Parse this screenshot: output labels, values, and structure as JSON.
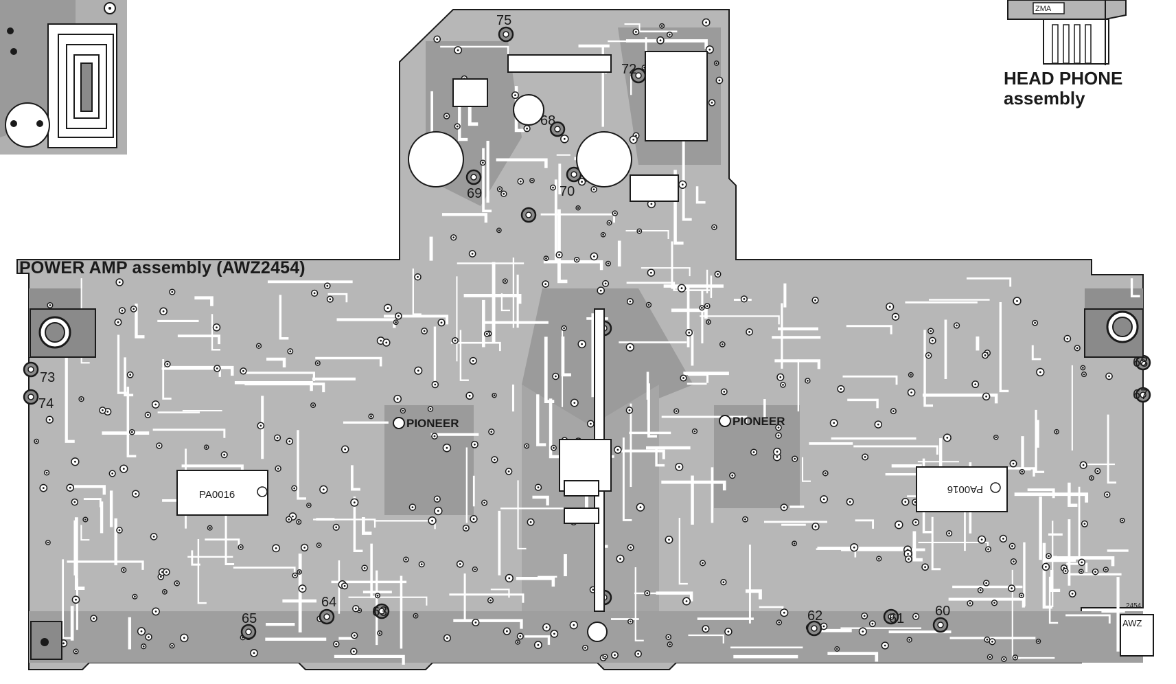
{
  "titles": {
    "power_amp": "POWER AMP assembly (AWZ2454)",
    "head_phone_line1": "HEAD PHONE",
    "head_phone_line2": "assembly"
  },
  "brand": {
    "left": "PIONEER",
    "right": "PIONEER"
  },
  "ic_labels": {
    "left": "PA0016",
    "right": "PA0016"
  },
  "pcb_code": {
    "text": "AWZ",
    "number": "2454"
  },
  "test_points": [
    "75",
    "72",
    "68",
    "69",
    "70",
    "73",
    "74",
    "68",
    "67",
    "65",
    "64",
    "63",
    "62",
    "61",
    "60"
  ],
  "colors": {
    "trace": "#9a9a9a",
    "copper_dark": "#555555",
    "outline": "#1a1a1a",
    "background": "#ffffff"
  }
}
